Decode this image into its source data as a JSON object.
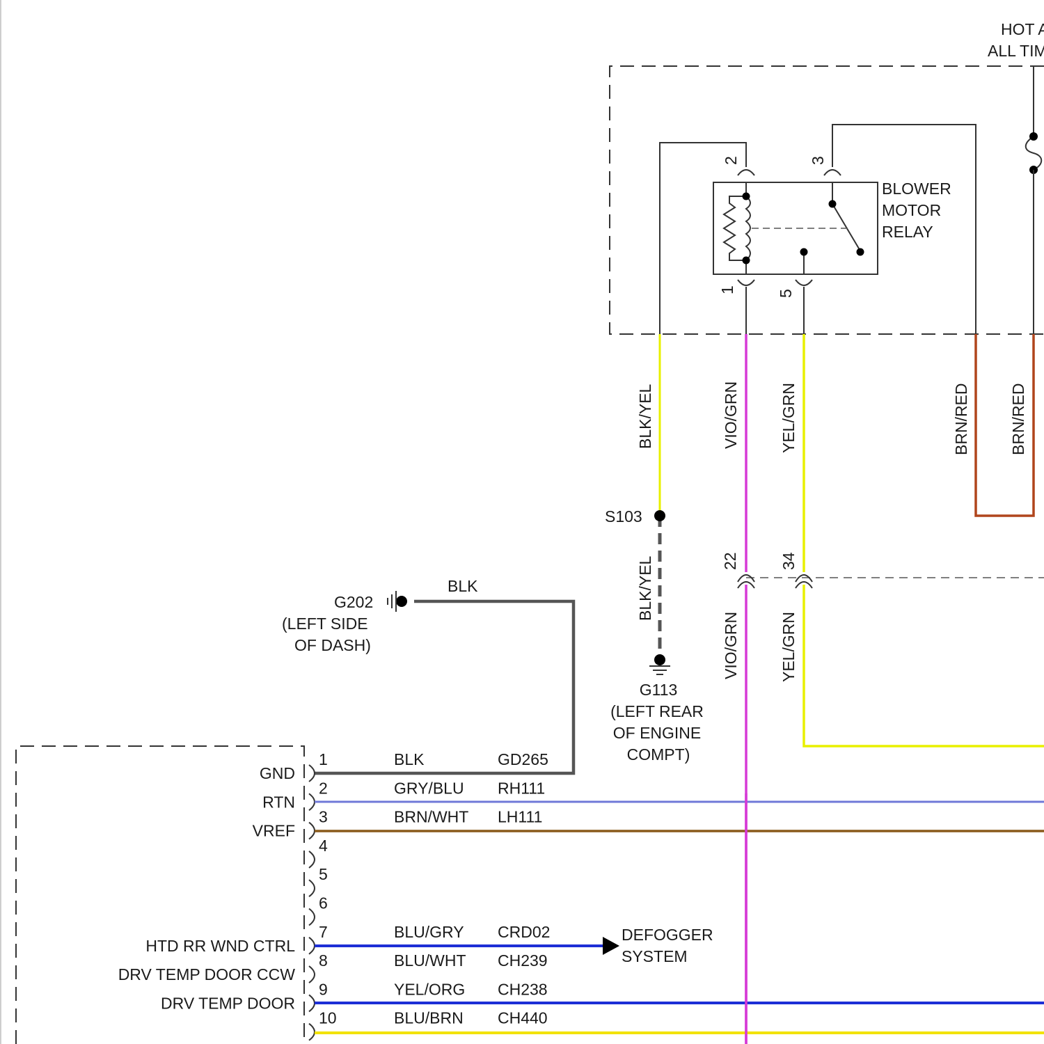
{
  "power": {
    "line1": "HOT A",
    "line2": "ALL TIM"
  },
  "relay": {
    "label_line1": "BLOWER",
    "label_line2": "MOTOR",
    "label_line3": "RELAY",
    "pins": {
      "p2": "2",
      "p3": "3",
      "p1": "1",
      "p5": "5"
    }
  },
  "wires": {
    "blk_yel": "BLK/YEL",
    "vio_grn": "VIO/GRN",
    "yel_grn": "YEL/GRN",
    "brn_red": "BRN/RED",
    "blk": "BLK"
  },
  "splice": {
    "name": "S103"
  },
  "inline_connector": {
    "pin_vio": "22",
    "pin_yel": "34"
  },
  "ground_g113": {
    "name": "G113",
    "loc_line1": "(LEFT REAR",
    "loc_line2": "OF ENGINE",
    "loc_line3": "COMPT)"
  },
  "ground_g202": {
    "name": "G202",
    "loc_line1": "(LEFT SIDE",
    "loc_line2": "OF DASH)"
  },
  "module_connector": {
    "rows": [
      {
        "pin": "1",
        "signal": "GND",
        "color": "BLK",
        "circuit": "GD265"
      },
      {
        "pin": "2",
        "signal": "RTN",
        "color": "GRY/BLU",
        "circuit": "RH111"
      },
      {
        "pin": "3",
        "signal": "VREF",
        "color": "BRN/WHT",
        "circuit": "LH111"
      },
      {
        "pin": "4",
        "signal": "",
        "color": "",
        "circuit": ""
      },
      {
        "pin": "5",
        "signal": "",
        "color": "",
        "circuit": ""
      },
      {
        "pin": "6",
        "signal": "",
        "color": "",
        "circuit": ""
      },
      {
        "pin": "7",
        "signal": "HTD RR WND CTRL",
        "color": "BLU/GRY",
        "circuit": "CRD02"
      },
      {
        "pin": "8",
        "signal": "DRV TEMP DOOR CCW",
        "color": "BLU/WHT",
        "circuit": "CH239"
      },
      {
        "pin": "9",
        "signal": "DRV TEMP DOOR",
        "color": "YEL/ORG",
        "circuit": "CH238"
      },
      {
        "pin": "10",
        "signal": "",
        "color": "BLU/BRN",
        "circuit": "CH440"
      }
    ]
  },
  "defogger": {
    "line1": "DEFOGGER",
    "line2": "SYSTEM"
  },
  "colors": {
    "vio": "#d63ad6",
    "yel": "#e8f000",
    "brn": "#b0451c",
    "blu": "#1d2fd6",
    "brn_wht": "#8a5a1a",
    "gry_blu": "#6f78d8",
    "yel_org": "#f2e200",
    "blk": "#555555"
  }
}
